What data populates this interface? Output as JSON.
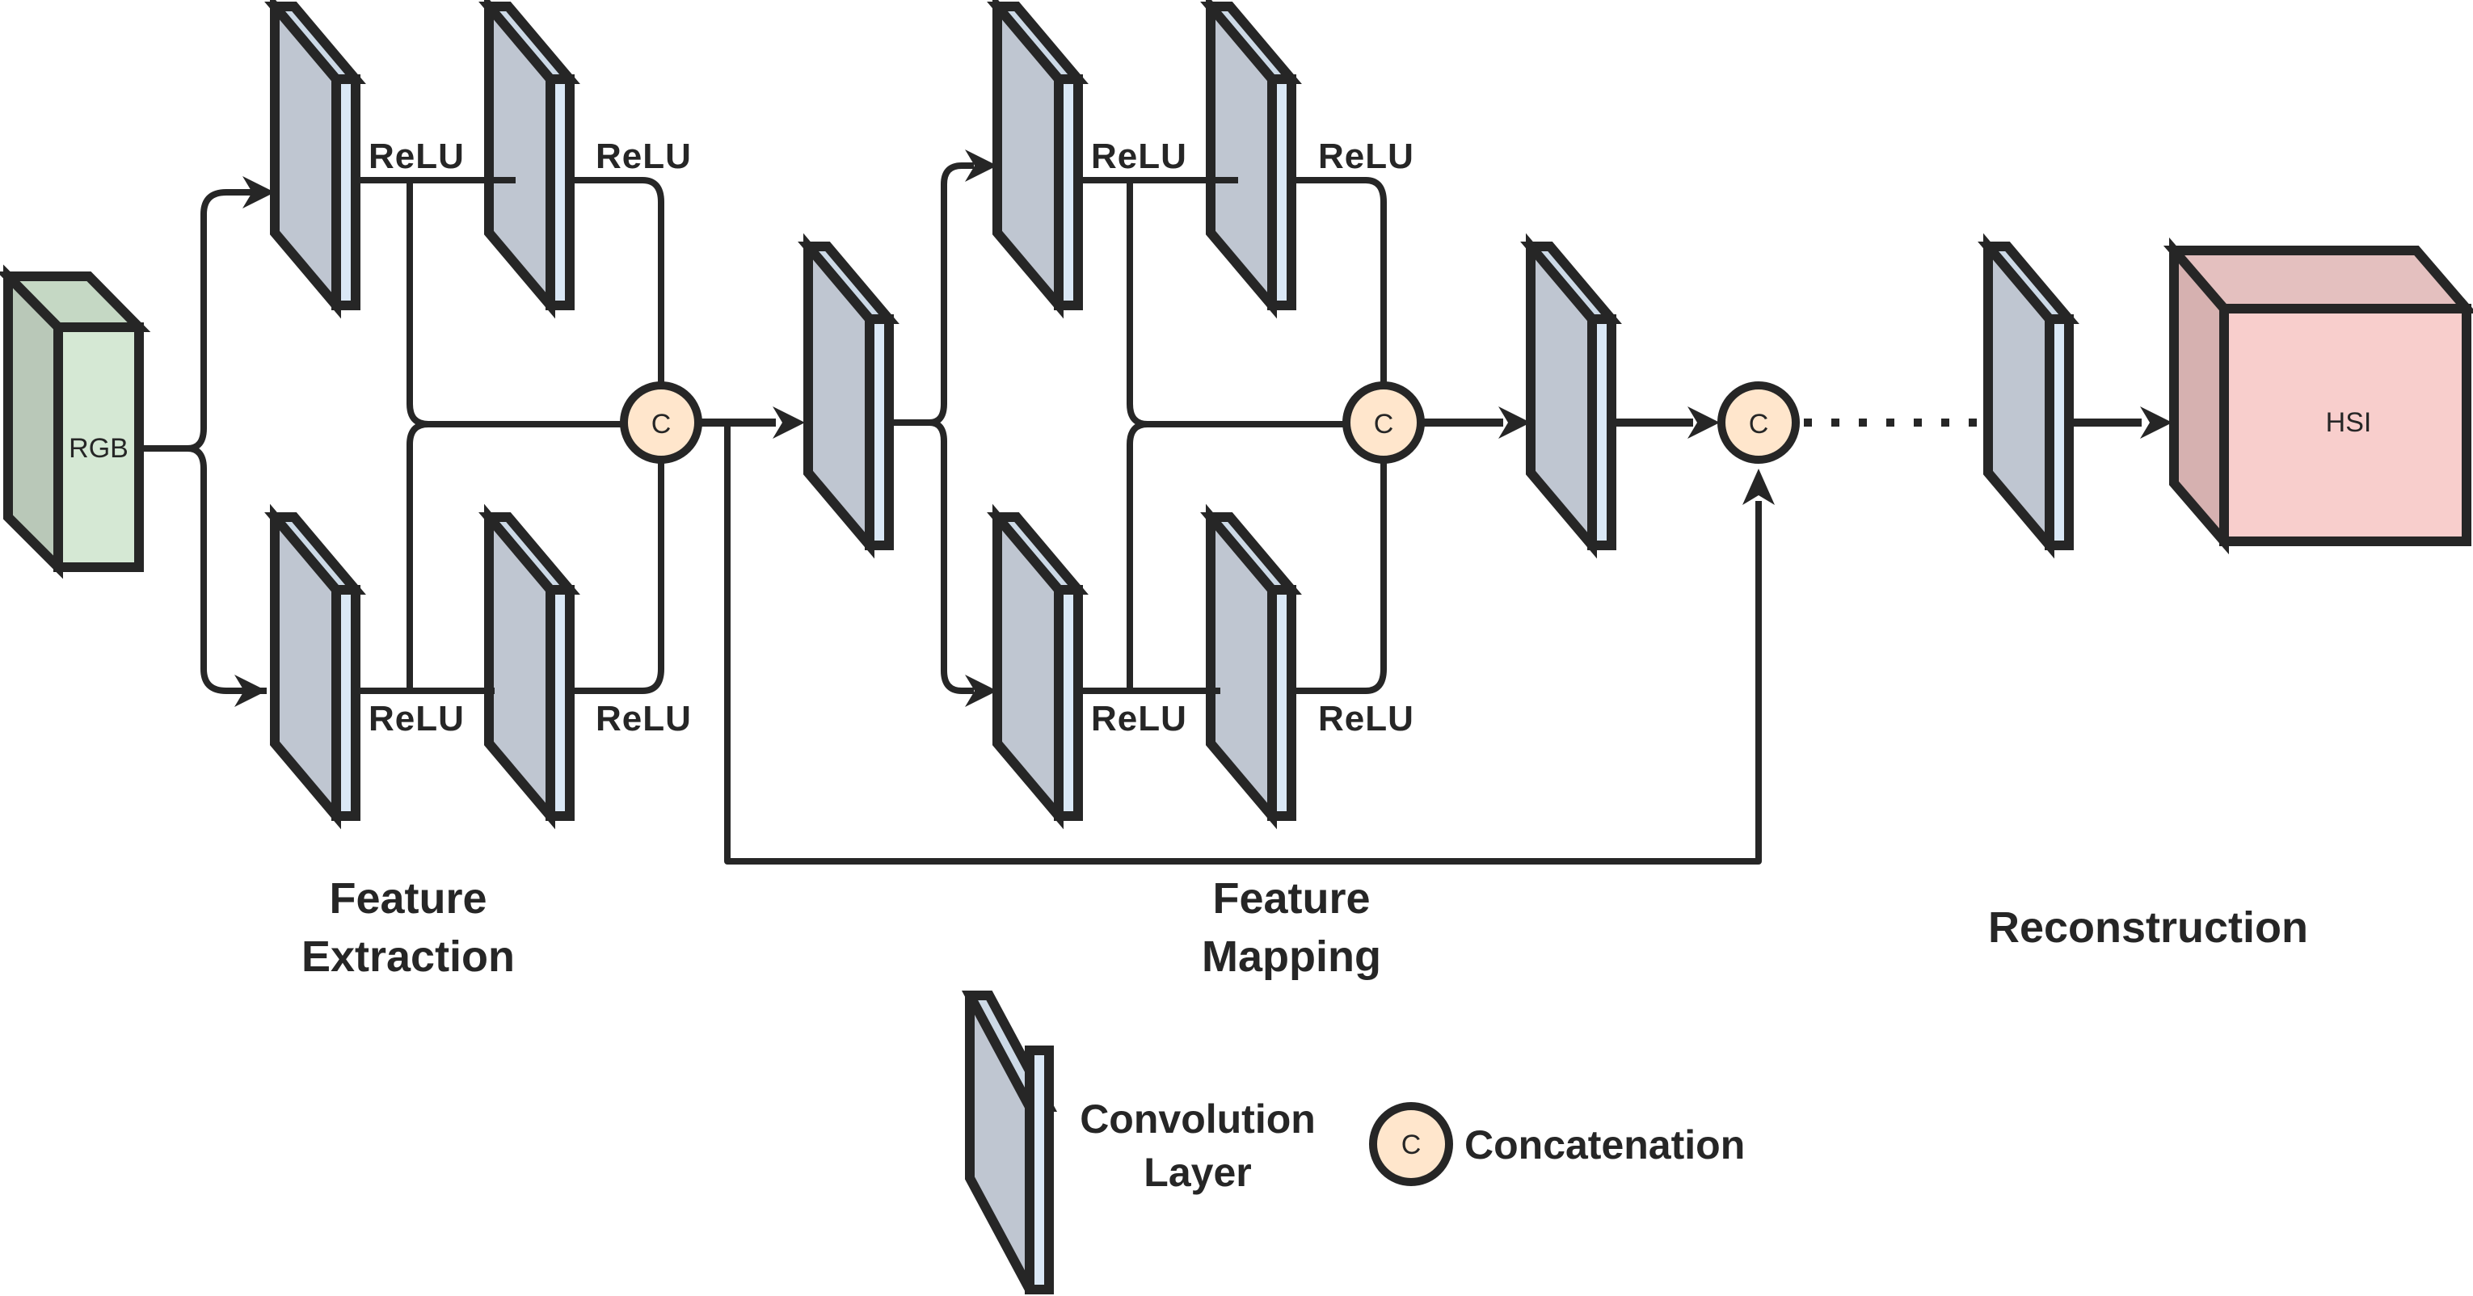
{
  "figure": {
    "input_label": "RGB",
    "output_label": "HSI",
    "activation_label": "ReLU",
    "concat_symbol": "C",
    "sections": {
      "feature_extraction": [
        "Feature",
        "Extraction"
      ],
      "feature_mapping": [
        "Feature",
        "Mapping"
      ],
      "reconstruction": "Reconstruction"
    },
    "legend": {
      "conv_label": [
        "Convolution",
        "Layer"
      ],
      "concat_label": "Concatenation",
      "concat_symbol": "C"
    },
    "colors": {
      "conv_front": "#bfc6d1",
      "conv_side": "#dae8f6",
      "rgb_fill": "#d5e8d4",
      "hsi_fill": "#f8cecc",
      "concat_fill": "#ffe6cc",
      "stroke": "#262626"
    }
  }
}
